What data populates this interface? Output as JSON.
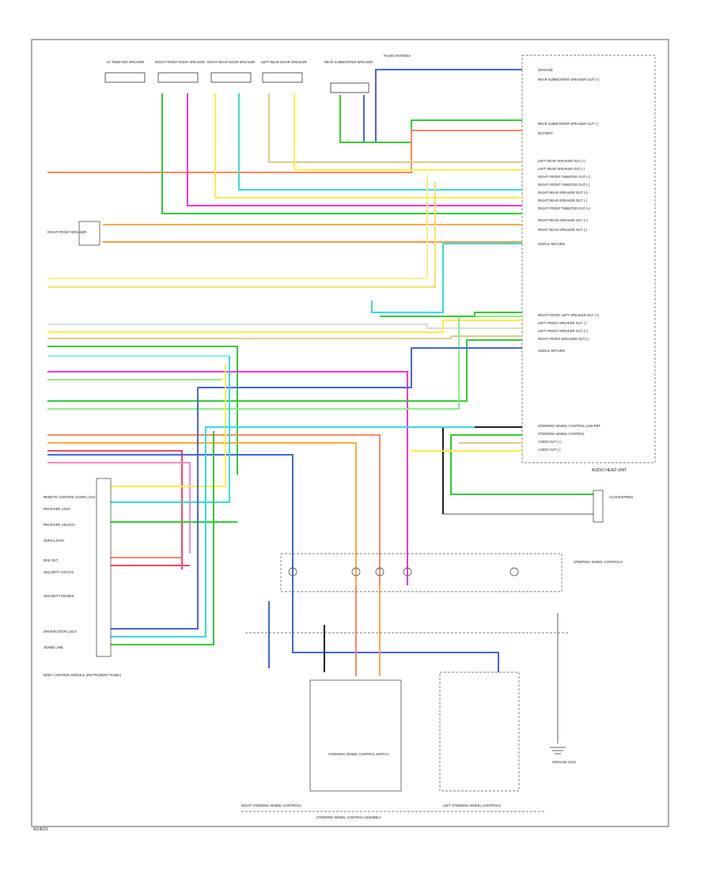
{
  "diagram": {
    "footer_code": "W14031",
    "top_components": [
      {
        "id": "lf_tweeter",
        "label": "LF TWEETER SPEAKER"
      },
      {
        "id": "rf_tweeter",
        "label": "RIGHT FRONT DOOR SPEAKER"
      },
      {
        "id": "rr_door",
        "label": "RIGHT REAR DOOR SPEAKER"
      },
      {
        "id": "lr_door",
        "label": "LEFT REAR DOOR SPEAKER"
      },
      {
        "id": "rear_shelf",
        "label": "REAR SUBWOOFER SPEAKER"
      },
      {
        "id": "radio_ant",
        "label": "RADIO ANTENNA"
      }
    ],
    "radio_pin_labels": [
      "GROUND",
      "REAR SUBWOOFER SPEAKER OUT (+)",
      "REAR SUBWOOFER SPEAKER OUT (-)",
      "BATTERY",
      "LEFT REAR SPEAKER OUT (+)",
      "LEFT REAR SPEAKER OUT (-)",
      "RIGHT FRONT TWEETER OUT (+)",
      "RIGHT FRONT TWEETER OUT (-)",
      "RIGHT REAR SPEAKER OUT (+)",
      "RIGHT REAR SPEAKER OUT (-)",
      "RIGHT FRONT TWEETER OUT (+)",
      "RIGHT REAR SPEAKER OUT (+)",
      "RIGHT REAR SPEAKER OUT (-)",
      "SIGNAL RETURN",
      "RIGHT FRONT LEFT SPEAKER OUT (+)",
      "LEFT FRONT SPEAKER OUT (-)",
      "LEFT FRONT SPEAKER OUT (+)",
      "RIGHT FRONT SPEAKER OUT (-)",
      "SIGNAL RETURN",
      "STEERING WHEEL CONTROL LOW REF",
      "STEERING WHEEL CONTROL",
      "AUDIO OUT (+)",
      "AUDIO OUT (-)"
    ],
    "radio_label": "AUDIO HEAD UNIT",
    "left_module_lines": [
      "REMOTE CONTROL DOOR LOCK",
      "RECEIVER LOCK",
      "RECEIVER UNLOCK",
      "SERIAL DATA",
      "RKE OUT",
      "SECURITY STATUS",
      "SECURITY ENABLE",
      "DRIVER DOOR LOCK",
      "SENSE LINE"
    ],
    "left_module_label": "BODY CONTROL MODULE (INSTRUMENT PANEL)",
    "left_speaker_label": "RIGHT FRONT SPEAKER",
    "coil_label": "CLOCKSPRING",
    "clockspring_label": "STEERING WHEEL CONTROLS",
    "switch_boxes": [
      {
        "label": "RIGHT STEERING WHEEL CONTROLS"
      },
      {
        "label": "STEERING WHEEL CONTROL SWITCH"
      },
      {
        "label": "LEFT STEERING WHEEL CONTROLS"
      }
    ],
    "bottom_caption": "STEERING WHEEL CONTROL ASSEMBLY",
    "ground_label": "GROUND G201",
    "colors": {
      "green": "#33cc33",
      "magenta": "#ff33cc",
      "cyan": "#33dddd",
      "yellow": "#ffee44",
      "orange": "#ffaa44",
      "salmon": "#ff8866",
      "blue": "#4466dd",
      "tan": "#ddcc88",
      "black": "#222222",
      "lightgreen": "#88ee88",
      "brown": "#aa7744",
      "pink": "#ff88aa"
    }
  }
}
